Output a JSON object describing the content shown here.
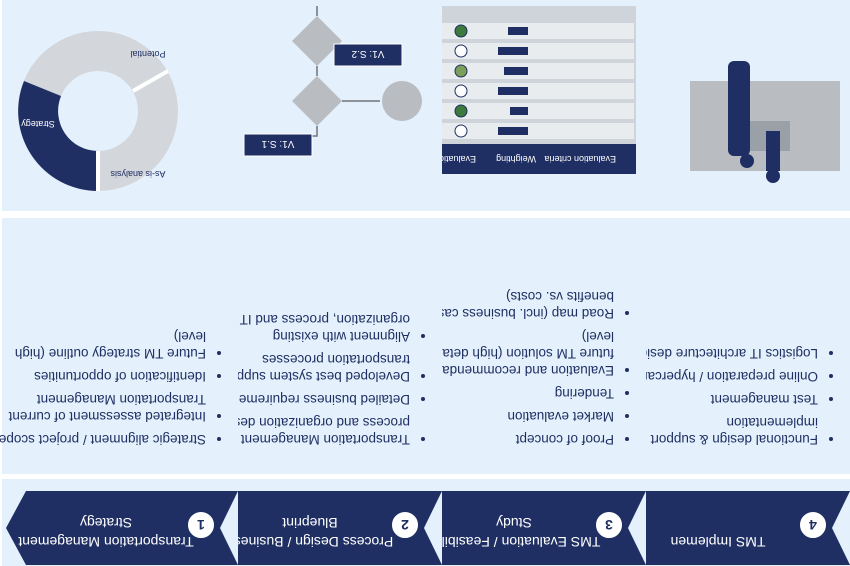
{
  "phases": [
    {
      "number": "4",
      "title": "TMS Implemen",
      "bullets": [
        "Functional design & support implementation",
        "Test management",
        "Online preparation / hypercare",
        "Logistics IT architecture design"
      ]
    },
    {
      "number": "3",
      "title": "TMS Evaluation / Feasibility Study",
      "bullets": [
        "Proof of concept",
        "Market evaluation",
        "Tendering",
        "Evaluation and recommendation of future TM solution (high detail level)",
        "Road map (incl. business case: benefits vs. costs)"
      ],
      "matrix_footer": [
        "Evaluation criteria",
        "Weighting",
        "Evaluation results"
      ]
    },
    {
      "number": "2",
      "title": "Process Design / Business Blueprint",
      "bullets": [
        "Transportation Management process and organization design",
        "Detailed business requirements",
        "Developed best system support for transportation processes",
        "Alignment with existing organization, process and IT setup"
      ],
      "flow_labels": [
        "V1: S.1",
        "V1: S.2"
      ]
    },
    {
      "number": "1",
      "title": "Transportation Management Strategy",
      "bullets": [
        "Strategic alignment / project scope",
        "Integrated assessment of current Transportation Management",
        "Identification of opportunities",
        "Future TM strategy outline (high level)"
      ],
      "cycle_labels": [
        "Potential",
        "As-is analysis",
        "Strategy"
      ]
    }
  ],
  "colors": {
    "navy": "#1f2f63",
    "panel": "#e4f0fb",
    "grey": "#b9bcc1"
  }
}
